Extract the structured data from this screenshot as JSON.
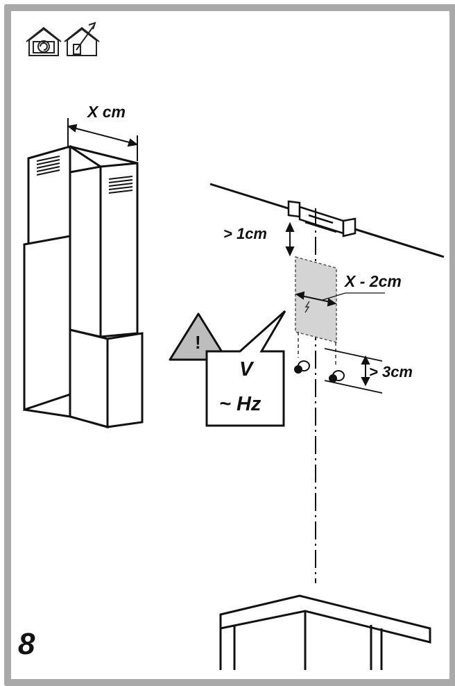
{
  "labels": {
    "width": "X cm",
    "min_gap_top": "> 1cm",
    "outlet_width": "X - 2cm",
    "min_gap_screws": "> 3cm",
    "voltage": "V",
    "frequency": "~ Hz",
    "warning_symbol": "!"
  },
  "step_number": "8",
  "icons": [
    "house-recirculation-icon",
    "house-duct-icon"
  ]
}
